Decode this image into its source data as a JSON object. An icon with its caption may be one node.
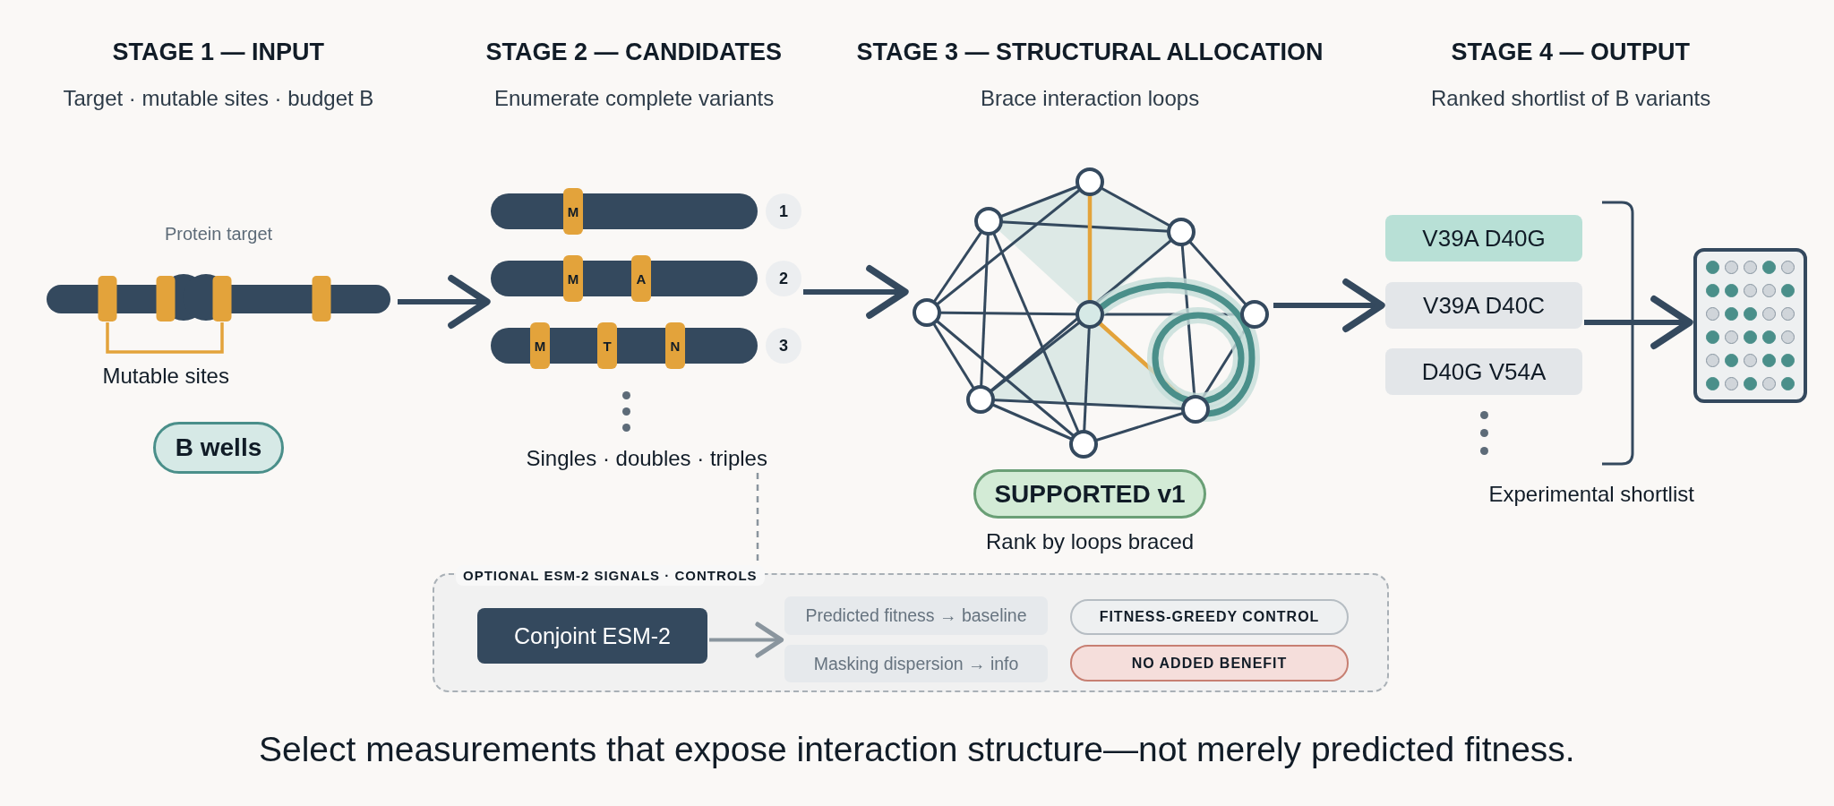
{
  "diagram": {
    "caption": "Select measurements that expose interaction structure—not merely predicted fitness.",
    "nodes": [
      {
        "text": [],
        "shape": "picture",
        "beside": [
          "Protein target",
          "Mutable sites"
        ]
      },
      {
        "text": [
          "B wells"
        ]
      },
      {
        "text": [
          "M"
        ]
      },
      {
        "text": [
          "1"
        ]
      },
      {
        "text": [
          "M",
          "A"
        ]
      },
      {
        "text": [
          "2"
        ]
      },
      {
        "text": [
          "M",
          "T",
          "N"
        ]
      },
      {
        "text": [
          "3"
        ]
      },
      {
        "text": [
          "Singles · doubles · triples"
        ]
      },
      {
        "text": [],
        "shape": "picture"
      },
      {
        "text": [
          "SUPPORTED v1"
        ],
        "beside": [
          "Rank by loops braced"
        ]
      },
      {
        "text": [
          "V39A D40G"
        ]
      },
      {
        "text": [
          "V39A D40C"
        ]
      },
      {
        "text": [
          "D40G V54A"
        ]
      },
      {
        "text": [],
        "shape": "picture"
      },
      {
        "text": [
          "OPTIONAL ESM-2 SIGNALS · CONTROLS"
        ]
      },
      {
        "text": [
          "Conjoint ESM-2"
        ],
        "in": 15
      },
      {
        "text": [
          "Predicted fitness → baseline"
        ],
        "in": 15
      },
      {
        "text": [
          "Masking dispersion → info"
        ],
        "in": 15
      },
      {
        "text": [
          "FITNESS-GREEDY CONTROL"
        ],
        "in": 15
      },
      {
        "text": [
          "NO ADDED BENEFIT"
        ],
        "in": 15
      }
    ],
    "edges": [
      {
        "from": 0,
        "to": 4,
        "arrow": "to"
      },
      {
        "from": 5,
        "to": 9,
        "arrow": "to"
      },
      {
        "from": 9,
        "to": 12,
        "arrow": "to"
      },
      {
        "from": 12,
        "to": 14,
        "arrow": "to"
      },
      {
        "from": 8,
        "to": 15,
        "arrow": "none",
        "style": "dashed",
        "color": "#8a959e"
      },
      {
        "from": 16,
        "to": 17,
        "arrow": "to",
        "color": "#8a959e"
      },
      {
        "from": 16,
        "to": 18,
        "arrow": "to",
        "color": "#8a959e"
      }
    ],
    "labels": [
      "STAGE 1 — INPUT",
      "Target · mutable sites · budget B",
      "STAGE 2 — CANDIDATES",
      "Enumerate complete variants",
      "STAGE 3 — STRUCTURAL ALLOCATION",
      "Brace interaction loops",
      "STAGE 4 — OUTPUT",
      "Ranked shortlist of B variants",
      "Experimental shortlist"
    ]
  }
}
